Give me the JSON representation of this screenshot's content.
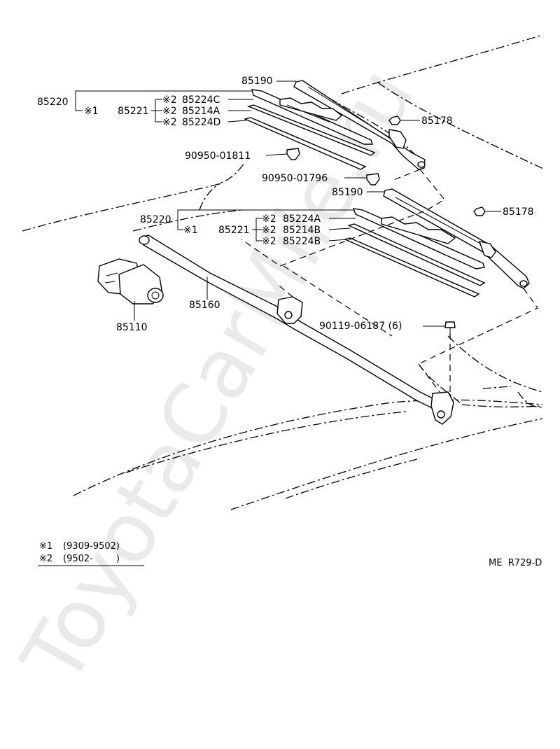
{
  "watermark": "ToyotaCarMile.ru",
  "diagram_code": "ME  R729-D",
  "footnotes": [
    {
      "mark": "※1",
      "range": "(9309-9502)"
    },
    {
      "mark": "※2",
      "range": "(9502-        )"
    }
  ],
  "labels": {
    "arm_upper": "85190",
    "arm_lower": "85190",
    "nut_upper": "85178",
    "nut_lower": "85178",
    "blade_assy_upper": "85220",
    "blade_assy_lower": "85220",
    "note_upper": "※1",
    "note_lower": "※1",
    "blade_upper": "85221",
    "blade_lower": "85221",
    "ins_u1_mark": "※2",
    "ins_u1": "85224C",
    "ins_u2_mark": "※2",
    "ins_u2": "85214A",
    "ins_u3_mark": "※2",
    "ins_u3": "85224D",
    "ins_l1_mark": "※2",
    "ins_l1": "85224A",
    "ins_l2_mark": "※2",
    "ins_l2": "85214B",
    "ins_l3_mark": "※2",
    "ins_l3": "85224B",
    "clip_a": "90950-01811",
    "clip_b": "90950-01796",
    "bolt": "90119-06187 (6)",
    "link": "85160",
    "motor": "85110"
  }
}
